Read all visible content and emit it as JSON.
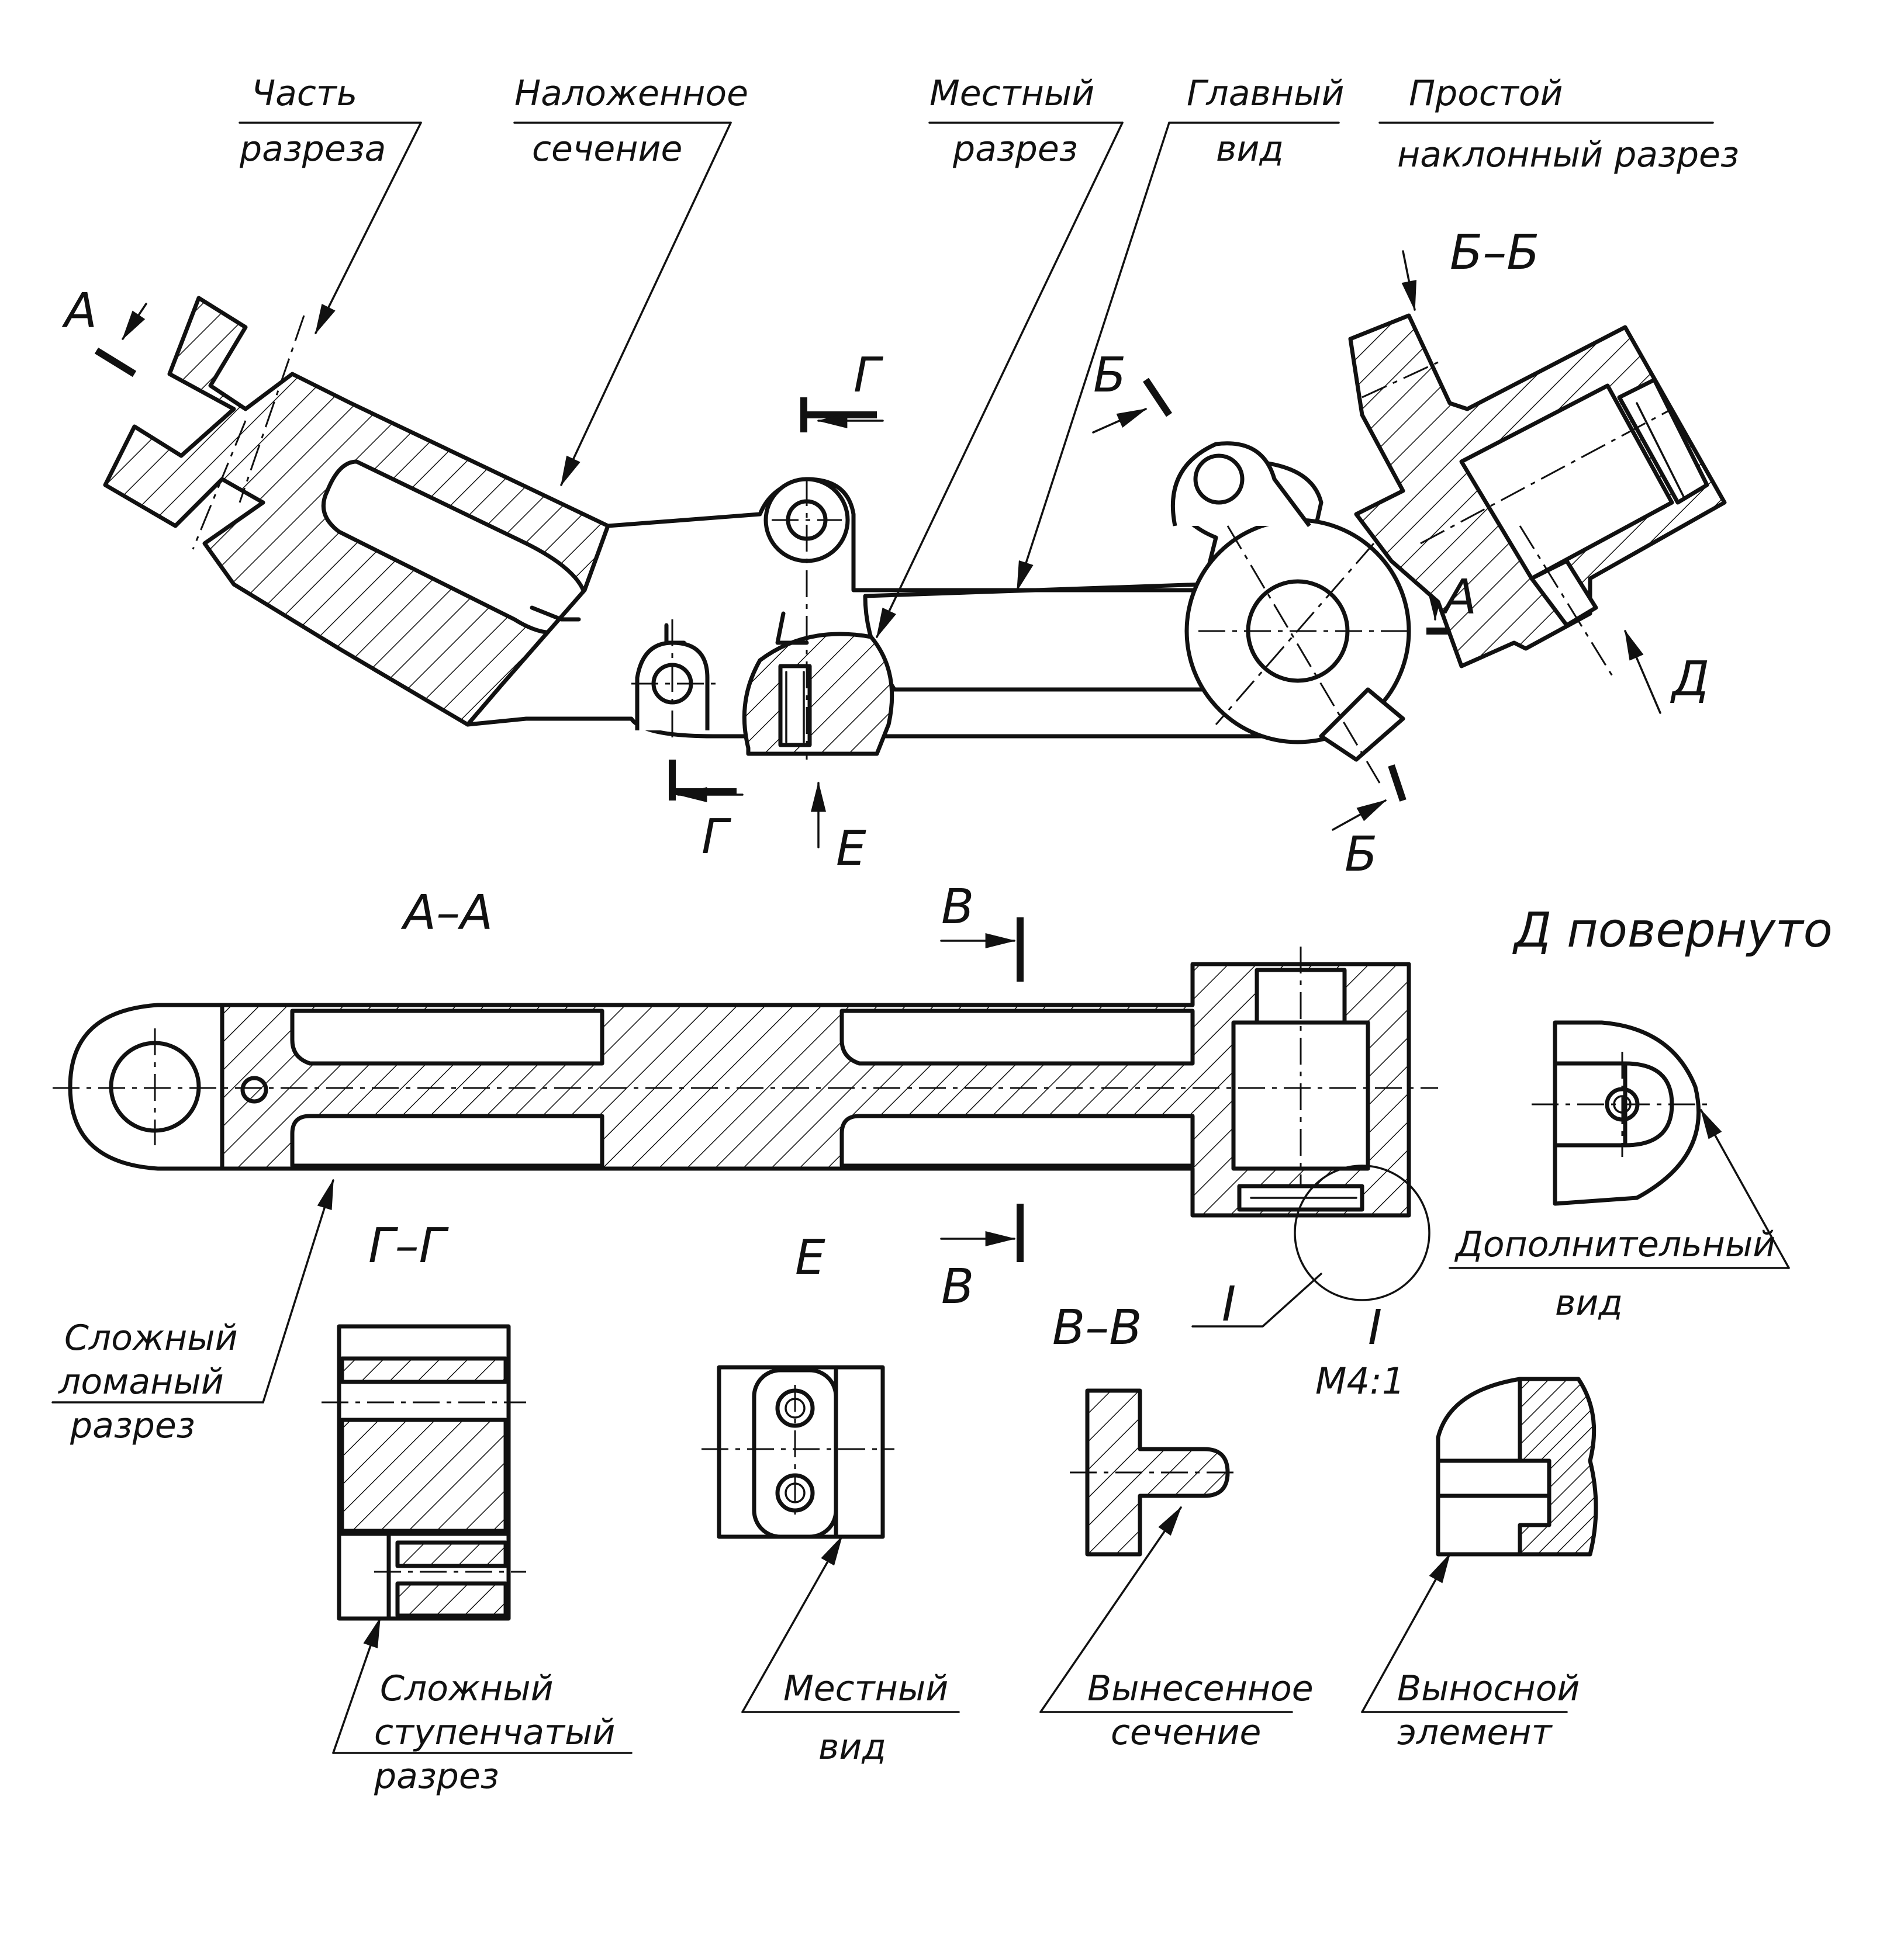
{
  "annotations": {
    "chast_razreza": [
      "Часть",
      "разреза"
    ],
    "nalozhennoe": [
      "Наложенное",
      "сечение"
    ],
    "mestny_razrez": [
      "Местный",
      "разрез"
    ],
    "glavny_vid": [
      "Главный",
      "вид"
    ],
    "prostoy_naklonny": [
      "Простой",
      "наклонный разрез"
    ],
    "slozhny_lomany": [
      "Сложный",
      "ломаный",
      "разрез"
    ],
    "slozhny_stupenchaty": [
      "Сложный",
      "ступенчатый",
      "разрез"
    ],
    "mestny_vid": [
      "Местный",
      "вид"
    ],
    "vynesennoe": [
      "Вынесенное",
      "сечение"
    ],
    "vynosnoy": [
      "Выносной",
      "элемент"
    ],
    "dopolnitelny": [
      "Дополнительный",
      "вид"
    ]
  },
  "view_titles": {
    "section_bb": "Б–Б",
    "section_aa": "А–А",
    "section_gg": "Г–Г",
    "view_e": "Е",
    "section_vv": "В–В",
    "view_d": "Д повернуто",
    "element_1": "I",
    "scale": "М4:1"
  },
  "cut_letters": {
    "A": "А",
    "B": "Б",
    "V": "В",
    "G": "Г",
    "D": "Д",
    "E": "Е",
    "I": "I"
  },
  "colors": {
    "ink": "#111111",
    "paper": "#ffffff"
  }
}
